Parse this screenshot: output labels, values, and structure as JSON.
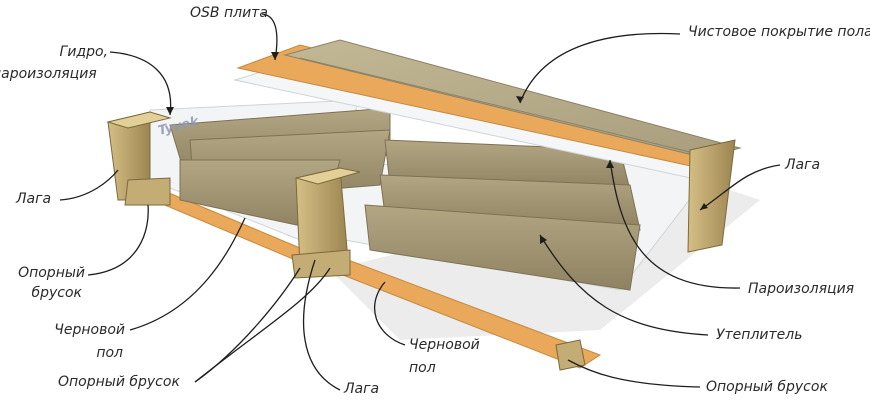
{
  "title": "Схема утепленного пола по лагам",
  "colors": {
    "osb": "#e9a85a",
    "wood": "#c9b27a",
    "wood_dark": "#a28c55",
    "insulation": "#a69a76",
    "membrane": "#f2f4f6",
    "finish": "#b7ac8a"
  },
  "labels": {
    "osb": "OSB плита",
    "hydro_1": "Гидро,",
    "hydro_2": "пароизоляция",
    "finish": "Чистовое покрытие пола",
    "lag_left": "Лага",
    "lag_right": "Лага",
    "support_left_1": "Опорный",
    "support_left_2": "брусок",
    "rough_left_1": "Черновой",
    "rough_left_2": "пол",
    "support_bottom": "Опорный брусок",
    "lag_bottom": "Лага",
    "rough_mid_1": "Черновой",
    "rough_mid_2": "пол",
    "vapor": "Пароизоляция",
    "insulation": "Утеплитель",
    "support_right": "Опорный брусок"
  },
  "brand_marking": "Tyvek"
}
